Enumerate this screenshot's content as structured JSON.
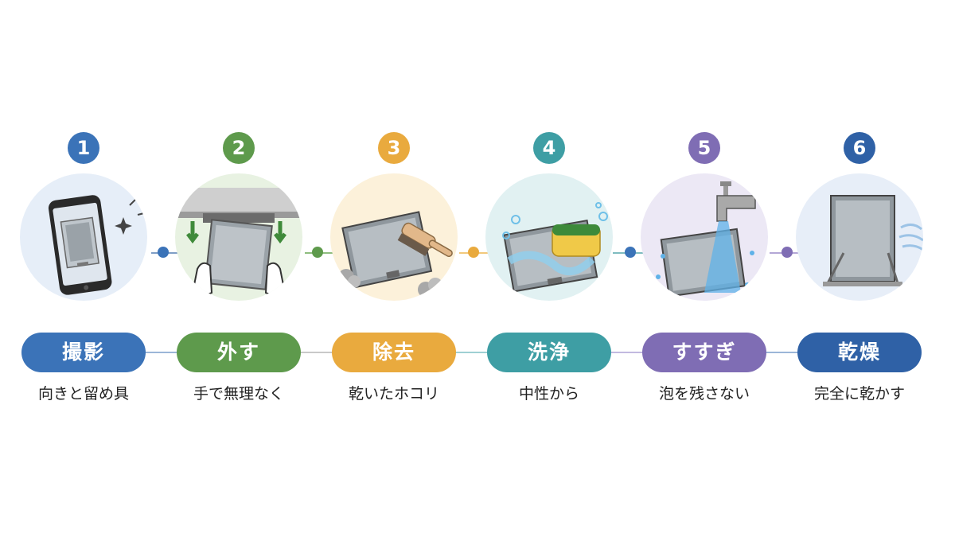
{
  "colors": {
    "blue": "#3b73b8",
    "green": "#5e9a4c",
    "orange": "#e9aa3e",
    "teal": "#3e9ea4",
    "purple": "#7f6db4",
    "navy": "#2f61a6"
  },
  "steps": [
    {
      "number": "1",
      "label": "撮影",
      "caption": "向きと留め具",
      "icon": "phone-photo-icon",
      "color": "#3b73b8",
      "bg": "#e6eef8"
    },
    {
      "number": "2",
      "label": "外す",
      "caption": "手で無理なく",
      "icon": "remove-filter-icon",
      "color": "#5e9a4c",
      "bg": "#e8f2e2"
    },
    {
      "number": "3",
      "label": "除去",
      "caption": "乾いたホコリ",
      "icon": "brush-dust-icon",
      "color": "#e9aa3e",
      "bg": "#fcf1da"
    },
    {
      "number": "4",
      "label": "洗浄",
      "caption": "中性から",
      "icon": "sponge-wash-icon",
      "color": "#3e9ea4",
      "bg": "#e1f1f2"
    },
    {
      "number": "5",
      "label": "すすぎ",
      "caption": "泡を残さない",
      "icon": "faucet-rinse-icon",
      "color": "#7f6db4",
      "bg": "#ece8f5"
    },
    {
      "number": "6",
      "label": "乾燥",
      "caption": "完全に乾かす",
      "icon": "dry-stand-icon",
      "color": "#2f61a6",
      "bg": "#e7eef8"
    }
  ]
}
